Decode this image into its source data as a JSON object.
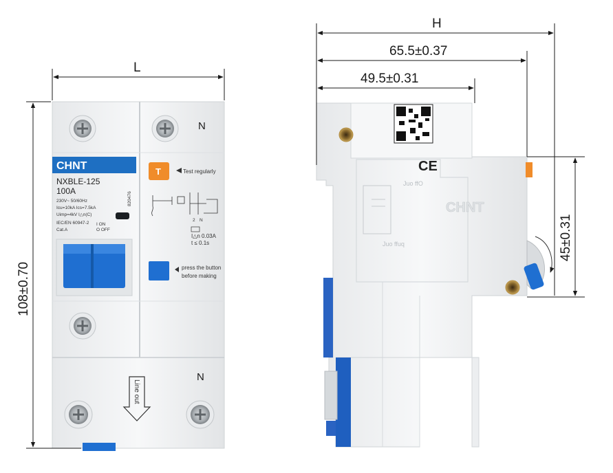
{
  "dimensions": {
    "width_label": "L",
    "height_total_label": "H",
    "front_height": "108±0.70",
    "depth_overall": "65.5±0.37",
    "depth_body": "49.5±0.31",
    "front_height_45": "45±0.31"
  },
  "front": {
    "brand": "CHNT",
    "model": "NXBLE-125",
    "rating": "100A",
    "spec_line1": "230V~  50/60Hz",
    "spec_line2": "Icu=10kA  Ics=7.5kA",
    "spec_line3": "Uimp=4kV  I△n(C)",
    "standard": "IEC/EN 60947-2",
    "category": "Cat.A",
    "on_label": "I ON",
    "off_label": "O OFF",
    "serial": "820476",
    "neutral_top": "N",
    "neutral_bottom": "N",
    "test_label": "Test regularly",
    "test_button_glyph": "T",
    "press_label_1": "press the button",
    "press_label_2": "before making",
    "line_out": "Line out",
    "residual_current": "I△n 0.03A",
    "trip_time": "t ≤ 0.1s",
    "terminal_2": "2",
    "terminal_n": "N"
  },
  "side": {
    "mark": "CE",
    "emboss_logo": "CHNT",
    "emboss_text_1": "Juo  ffO",
    "emboss_text_2": "Juo  ffuq"
  },
  "colors": {
    "brand_blue": "#1e6fc2",
    "handle_blue": "#1f6fd1",
    "test_orange": "#f08c2a",
    "body_white": "#f4f5f6",
    "edge_gray": "#cfd3d6"
  }
}
